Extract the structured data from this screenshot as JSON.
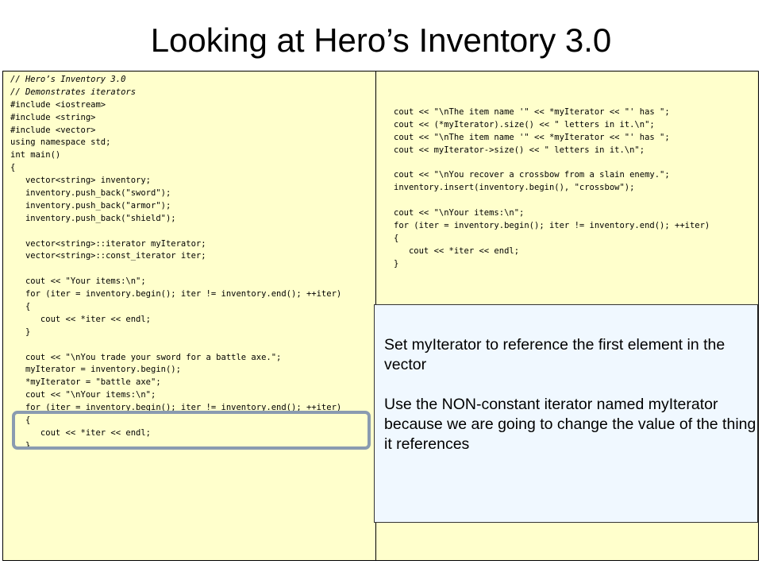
{
  "slide": {
    "title": "Looking at Hero’s Inventory 3.0"
  },
  "left_code": [
    "// Hero’s Inventory 3.0",
    "// Demonstrates iterators",
    "#include <iostream>",
    "#include <string>",
    "#include <vector>",
    "using namespace std;",
    "int main()",
    "{",
    "   vector<string> inventory;",
    "   inventory.push_back(\"sword\");",
    "   inventory.push_back(\"armor\");",
    "   inventory.push_back(\"shield\");",
    "",
    "   vector<string>::iterator myIterator;",
    "   vector<string>::const_iterator iter;",
    "",
    "   cout << \"Your items:\\n\";",
    "   for (iter = inventory.begin(); iter != inventory.end(); ++iter)",
    "   {",
    "      cout << *iter << endl;",
    "   }",
    "",
    "   cout << \"\\nYou trade your sword for a battle axe.\";",
    "   myIterator = inventory.begin();",
    "   *myIterator = \"battle axe\";",
    "   cout << \"\\nYour items:\\n\";",
    "   for (iter = inventory.begin(); iter != inventory.end(); ++iter)",
    "   {",
    "      cout << *iter << endl;",
    "   }"
  ],
  "right_code": [
    "cout << \"\\nThe item name '\" << *myIterator << \"' has \";",
    "cout << (*myIterator).size() << \" letters in it.\\n\";",
    "cout << \"\\nThe item name '\" << *myIterator << \"' has \";",
    "cout << myIterator->size() << \" letters in it.\\n\";",
    "",
    "cout << \"\\nYou recover a crossbow from a slain enemy.\";",
    "inventory.insert(inventory.begin(), \"crossbow\");",
    "",
    "cout << \"\\nYour items:\\n\";",
    "for (iter = inventory.begin(); iter != inventory.end(); ++iter)",
    "{",
    "   cout << *iter << endl;",
    "}"
  ],
  "right_code_peek": "+)",
  "callout": {
    "line1": "Set myIterator to reference the first element in the vector",
    "line2": "Use the NON-constant iterator named myIterator",
    "line3": "because we are going to change the value of the thing it references"
  }
}
